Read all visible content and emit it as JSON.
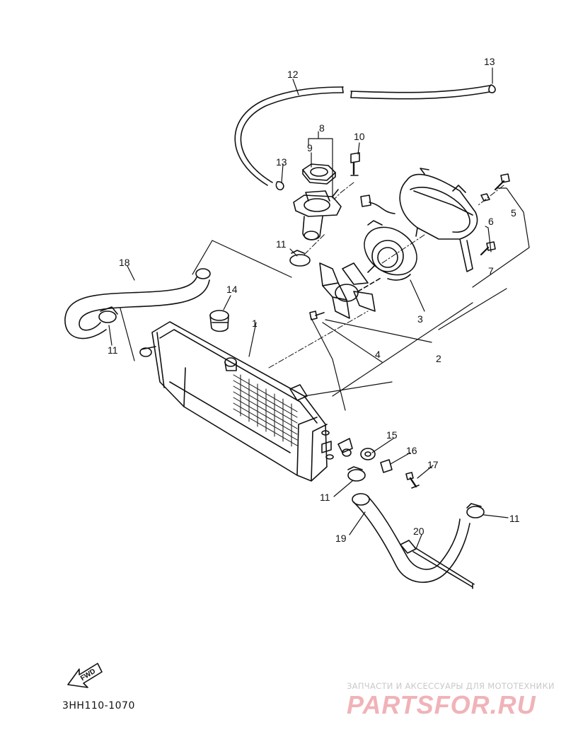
{
  "diagram": {
    "part_labels": [
      "1",
      "2",
      "3",
      "4",
      "5",
      "6",
      "7",
      "8",
      "9",
      "10",
      "11",
      "11",
      "11",
      "11",
      "12",
      "13",
      "13",
      "14",
      "15",
      "16",
      "17",
      "18",
      "19",
      "20"
    ],
    "fwd_label": "FWD",
    "diagram_code": "3HH110-1070"
  },
  "watermark": {
    "tagline": "ЗАПЧАСТИ И АКСЕССУАРЫ ДЛЯ МОТОТЕХНИКИ",
    "logo": "PARTSFOR.RU"
  },
  "colors": {
    "line": "#111111",
    "watermark_logo": "#f0b3b8",
    "watermark_text": "#c9c9c9"
  }
}
